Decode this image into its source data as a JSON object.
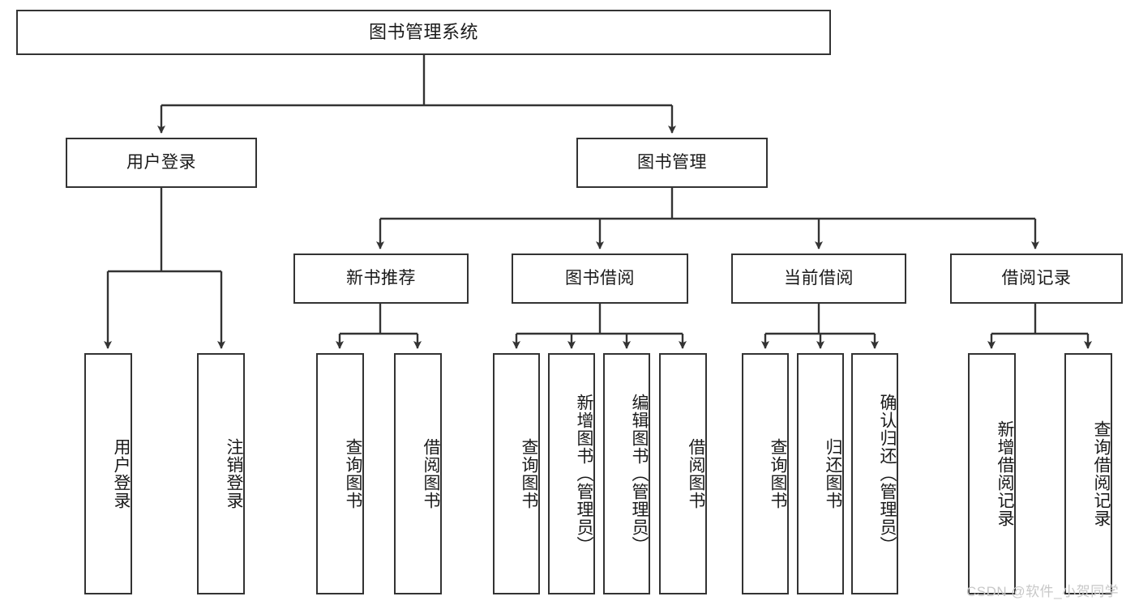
{
  "diagram": {
    "title": "图书管理系统",
    "type": "tree",
    "stroke_color": "#333333",
    "text_color": "#1a1a1a",
    "background": "#ffffff",
    "nodes": {
      "root": {
        "label": "图书管理系统"
      },
      "level2": [
        {
          "id": "user-login",
          "label": "用户登录"
        },
        {
          "id": "book-management",
          "label": "图书管理"
        }
      ],
      "level3": [
        {
          "id": "new-book-recommend",
          "label": "新书推荐"
        },
        {
          "id": "book-borrow",
          "label": "图书借阅"
        },
        {
          "id": "current-borrow",
          "label": "当前借阅"
        },
        {
          "id": "borrow-record",
          "label": "借阅记录"
        }
      ],
      "leaves": {
        "user-login": [
          {
            "id": "leaf-user-login",
            "label": "用户登录"
          },
          {
            "id": "leaf-user-logout",
            "label": "注销登录"
          }
        ],
        "new-book-recommend": [
          {
            "id": "leaf-query-book-1",
            "label": "查询图书"
          },
          {
            "id": "leaf-borrow-book-1",
            "label": "借阅图书"
          }
        ],
        "book-borrow": [
          {
            "id": "leaf-query-book-2",
            "label": "查询图书"
          },
          {
            "id": "leaf-add-book",
            "label": "新增图书（管理员）"
          },
          {
            "id": "leaf-edit-book",
            "label": "编辑图书（管理员）"
          },
          {
            "id": "leaf-borrow-book-2",
            "label": "借阅图书"
          }
        ],
        "current-borrow": [
          {
            "id": "leaf-query-book-3",
            "label": "查询图书"
          },
          {
            "id": "leaf-return-book",
            "label": "归还图书"
          },
          {
            "id": "leaf-confirm-return",
            "label": "确认归还（管理员）"
          }
        ],
        "borrow-record": [
          {
            "id": "leaf-add-record",
            "label": "新增借阅记录"
          },
          {
            "id": "leaf-query-record",
            "label": "查询借阅记录"
          }
        ]
      }
    },
    "watermark": "CSDN @软件_小贺同学"
  }
}
